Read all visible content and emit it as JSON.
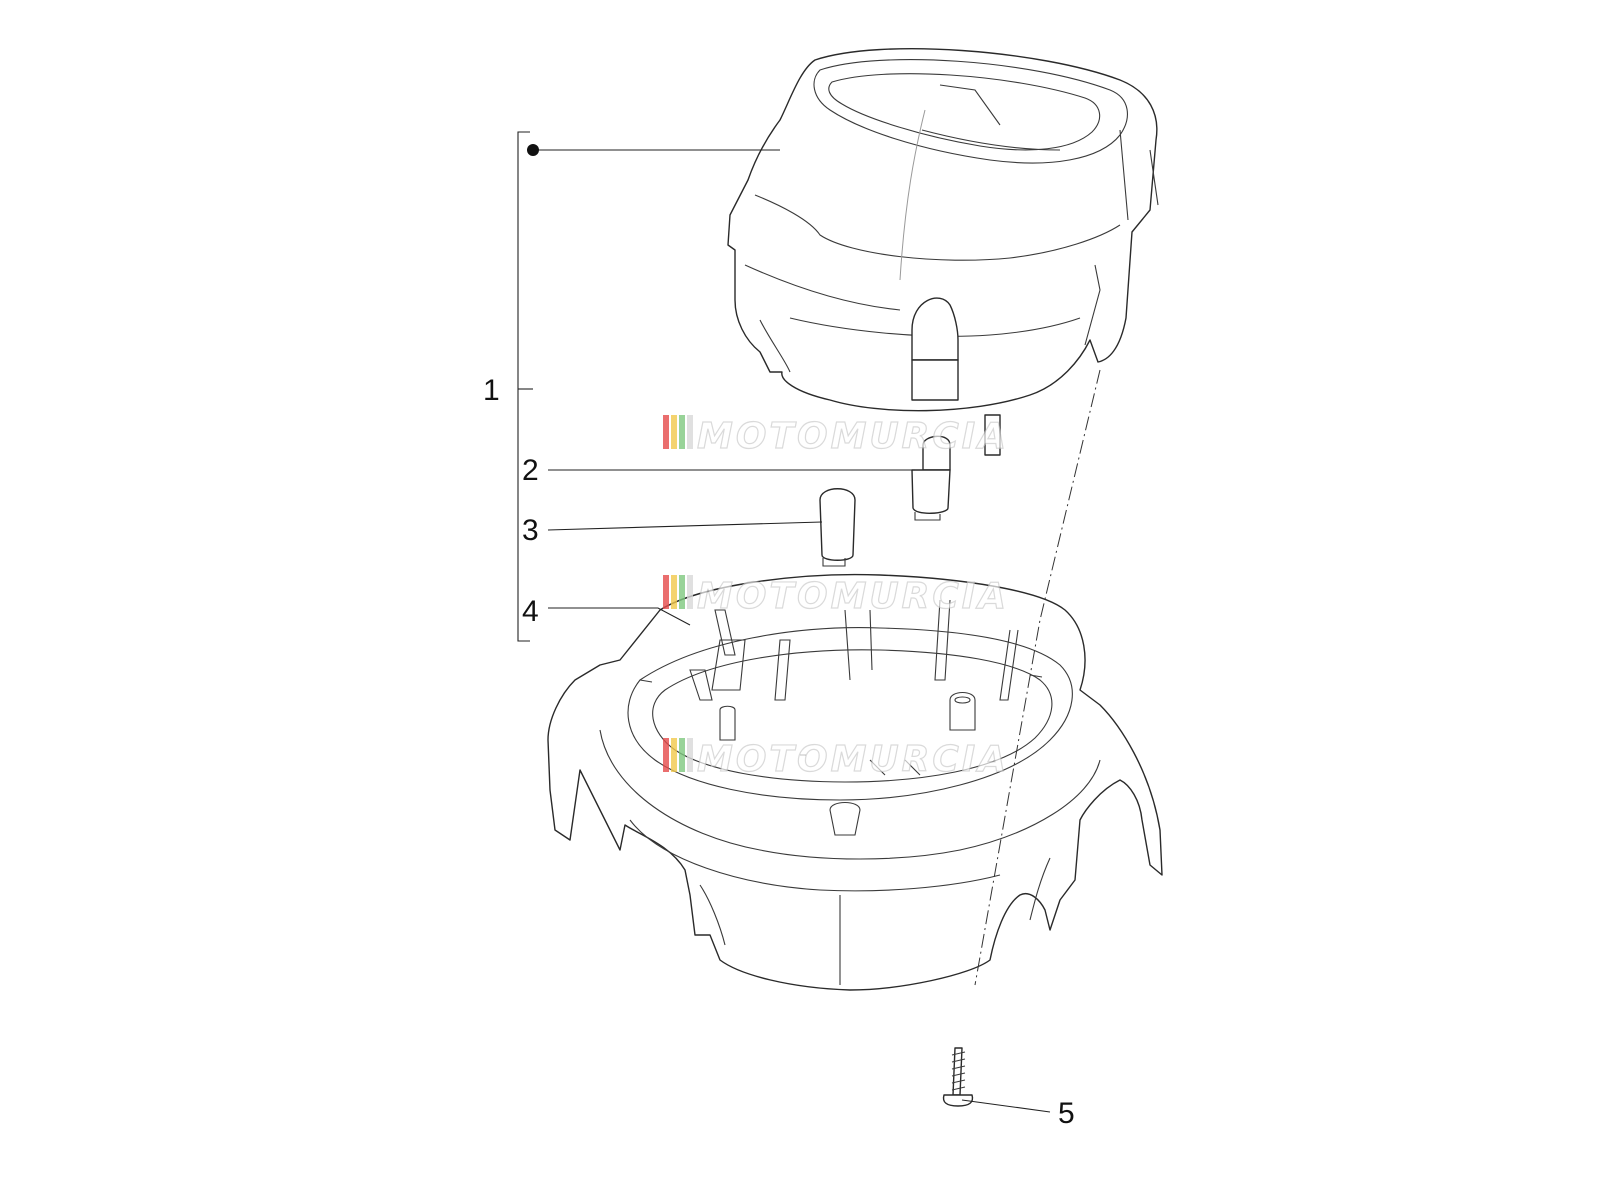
{
  "diagram": {
    "callouts": [
      {
        "id": "1",
        "label": "1"
      },
      {
        "id": "2",
        "label": "2"
      },
      {
        "id": "3",
        "label": "3"
      },
      {
        "id": "4",
        "label": "4"
      },
      {
        "id": "5",
        "label": "5"
      }
    ],
    "watermark": {
      "text": "MOTOMURCIA",
      "stripe_colors": [
        "#e64b4b",
        "#f2c94c",
        "#7fc97f",
        "#d9d9d9"
      ]
    }
  }
}
